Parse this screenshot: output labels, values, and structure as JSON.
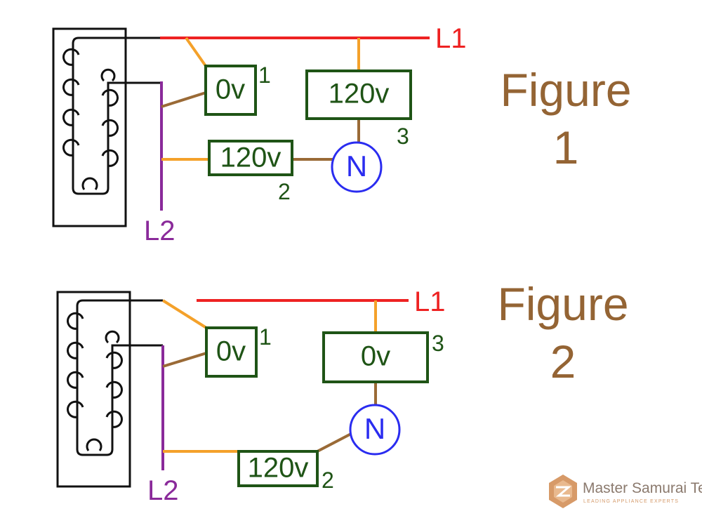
{
  "colors": {
    "l1_wire": "#ee2222",
    "l2_wire": "#8a2a9a",
    "orange_wire": "#f4a12a",
    "brown_wire": "#9a6a36",
    "black_wire": "#111111",
    "box_border": "#1f5416",
    "neutral_circle": "#2a2cf0",
    "figure_title": "#946434"
  },
  "figure1": {
    "title_word": "Figure",
    "title_number": "1",
    "l1_label": "L1",
    "l2_label": "L2",
    "neutral_label": "N",
    "boxes": [
      {
        "voltage": "0v",
        "number": "1"
      },
      {
        "voltage": "120v",
        "number": "2"
      },
      {
        "voltage": "120v",
        "number": "3"
      }
    ]
  },
  "figure2": {
    "title_word": "Figure",
    "title_number": "2",
    "l1_label": "L1",
    "l2_label": "L2",
    "neutral_label": "N",
    "boxes": [
      {
        "voltage": "0v",
        "number": "1"
      },
      {
        "voltage": "120v",
        "number": "2"
      },
      {
        "voltage": "0v",
        "number": "3"
      }
    ]
  },
  "brand": {
    "name": "Master Samurai Tech",
    "tagline": "LEADING APPLIANCE EXPERTS",
    "logo_icon": "samurai-hexagon-logo"
  }
}
